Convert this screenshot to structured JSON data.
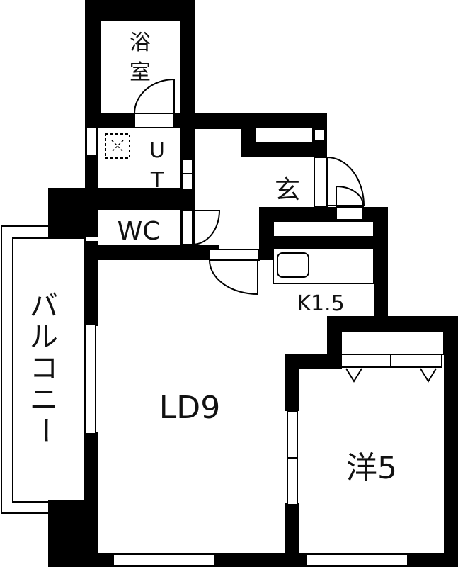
{
  "floor_plan": {
    "rooms": {
      "bathroom": {
        "label": "浴室"
      },
      "utility": {
        "label_top": "U",
        "label_bottom": "T"
      },
      "toilet": {
        "label": "WC"
      },
      "entrance": {
        "label": "玄"
      },
      "kitchen": {
        "label": "K1.5",
        "tatami": 1.5
      },
      "living_dining": {
        "label": "LD9",
        "tatami": 9
      },
      "western_room": {
        "label": "洋5",
        "tatami": 5
      },
      "balcony": {
        "label_chars": [
          "バ",
          "ル",
          "コ",
          "ニ",
          "ー"
        ]
      }
    },
    "colors": {
      "wall": "#000000",
      "background": "#ffffff"
    }
  }
}
